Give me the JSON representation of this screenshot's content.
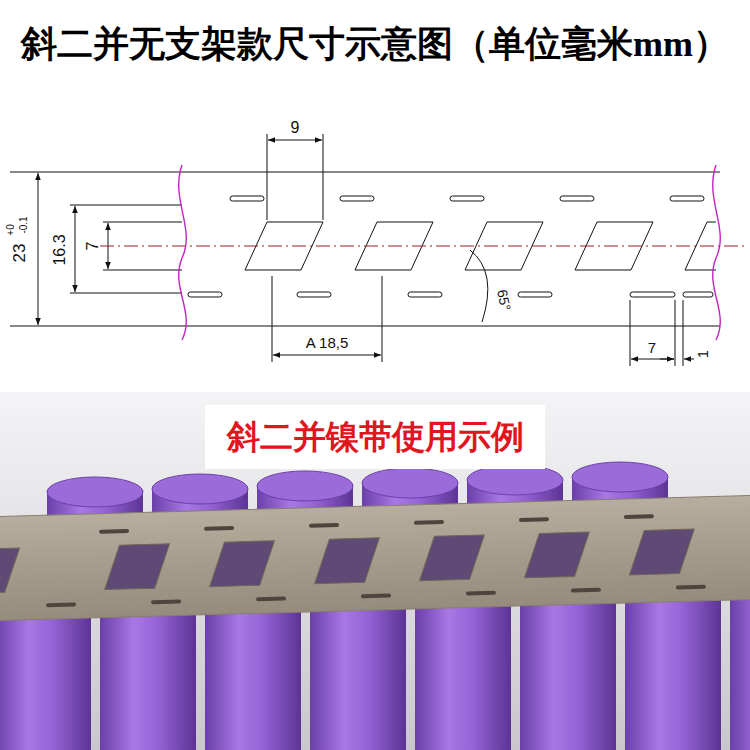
{
  "diagram": {
    "title": "斜二并无支架款尺寸示意图（单位毫米mm）",
    "nodes": [
      {
        "text": [
          "斜二并镍带使用示例"
        ]
      }
    ],
    "labels": [
      "9",
      "23",
      "+0",
      "-0.1",
      "16.3",
      "7",
      "A 18,5",
      "65°",
      "7",
      "1"
    ]
  }
}
